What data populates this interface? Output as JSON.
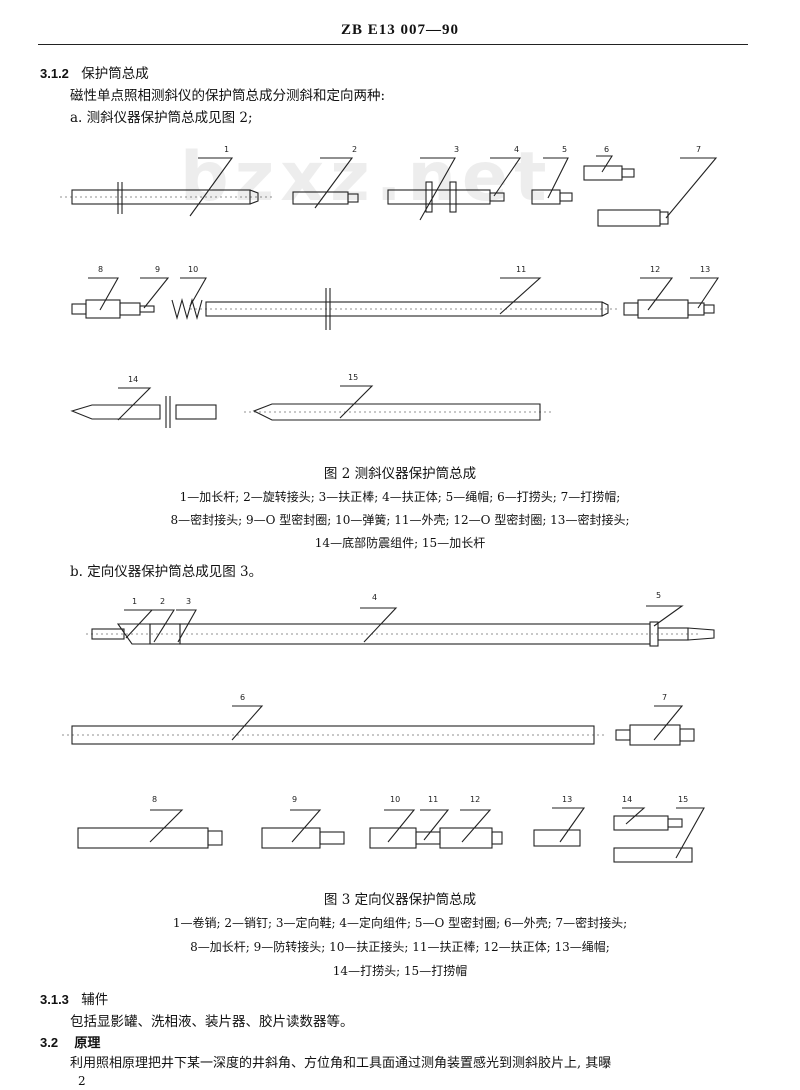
{
  "header": {
    "code": "ZB E13 007—90"
  },
  "watermark": "bzxz.net",
  "sec_3_1_2": {
    "num": "3.1.2",
    "title": "保护筒总成",
    "intro": "磁性单点照相测斜仪的保护筒总成分测斜和定向两种:",
    "item_a": "a.  测斜仪器保护筒总成见图 2;",
    "item_b": "b.  定向仪器保护筒总成见图 3。"
  },
  "fig2": {
    "labels": [
      "1",
      "2",
      "3",
      "4",
      "5",
      "6",
      "7",
      "8",
      "9",
      "10",
      "11",
      "12",
      "13",
      "14",
      "15"
    ],
    "caption": "图 2   测斜仪器保护筒总成",
    "legend": [
      "1—加长杆; 2—旋转接头; 3—扶正棒; 4—扶正体; 5—绳帽; 6—打捞头; 7—打捞帽;",
      "8—密封接头; 9—O 型密封圈; 10—弹簧; 11—外壳; 12—O 型密封圈; 13—密封接头;",
      "14—底部防震组件; 15—加长杆"
    ]
  },
  "fig3": {
    "labels": [
      "1",
      "2",
      "3",
      "4",
      "5",
      "6",
      "7",
      "8",
      "9",
      "10",
      "11",
      "12",
      "13",
      "14",
      "15"
    ],
    "caption": "图 3   定向仪器保护筒总成",
    "legend": [
      "1—卷销; 2—销钉; 3—定向鞋; 4—定向组件; 5—O 型密封圈; 6—外壳; 7—密封接头;",
      "8—加长杆; 9—防转接头; 10—扶正接头; 11—扶正棒; 12—扶正体; 13—绳帽;",
      "14—打捞头; 15—打捞帽"
    ]
  },
  "sec_3_1_3": {
    "num": "3.1.3",
    "title": "辅件",
    "body": "包括显影罐、洗相液、装片器、胶片读数器等。"
  },
  "sec_3_2": {
    "num": "3.2",
    "title": "原理",
    "body": "利用照相原理把井下某一深度的井斜角、方位角和工具面通过测角装置感光到测斜胶片上, 其曝"
  },
  "footer": {
    "page": "2"
  }
}
